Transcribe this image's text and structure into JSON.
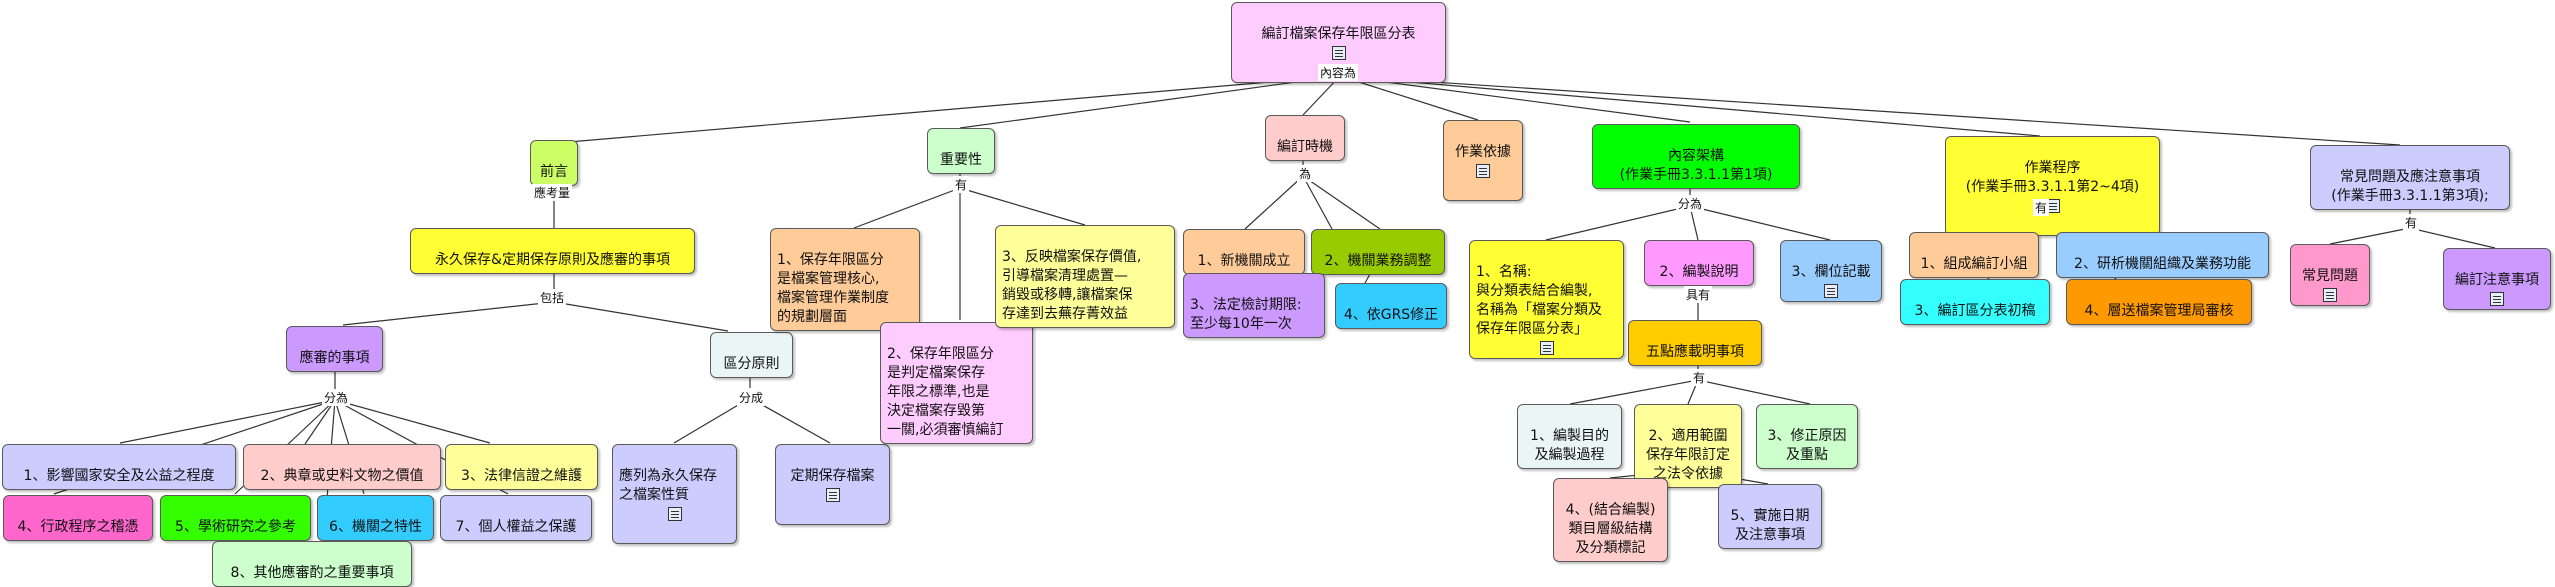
{
  "colors": {
    "pink": "#ffccff",
    "green": "#ccff99",
    "lime": "#99ff33",
    "orange": "#ffcc99",
    "yellow": "#ffff66",
    "purple": "#cc99ff",
    "blue": "#99ccff",
    "lavender": "#ccccff",
    "salmon": "#ffcccc",
    "cyan": "#33ffff",
    "brightgreen": "#33ff00",
    "hotpink": "#ff66cc",
    "sky": "#33ccff",
    "gold": "#ffcc00",
    "olive": "#99cc00",
    "darkorange": "#ff9900"
  },
  "nodes": {
    "root": "編訂檔案保存年限區分表",
    "preface": "前言",
    "principles_title": "永久保存&定期保存原則及應審的事項",
    "matters": "應審的事項",
    "m1": "1、影響國家安全及公益之程度",
    "m2": "2、典章或史料文物之價值",
    "m3": "3、法律信證之維護",
    "m4": "4、行政程序之稽憑",
    "m5": "5、學術研究之參考",
    "m6": "6、機關之特性",
    "m7": "7、個人權益之保護",
    "m8": "8、其他應審酌之重要事項",
    "zone_principle": "區分原則",
    "permanent": "應列為永久保存\n之檔案性質",
    "fixed": "定期保存檔案",
    "importance": "重要性",
    "imp1": "1、保存年限區分\n是檔案管理核心,\n檔案管理作業制度\n的規劃層面",
    "imp2": "2、保存年限區分\n是判定檔案保存\n年限之標準,也是\n決定檔案存毀第\n一關,必須審慎編訂",
    "imp3": "3、反映檔案保存價值,\n引導檔案清理處置—\n銷毀或移轉,讓檔案保\n存達到去蕪存菁效益",
    "timing": "編訂時機",
    "t1": "1、新機關成立",
    "t2": "2、機關業務調整",
    "t3": "3、法定檢討期限:\n至少每10年一次",
    "t4": "4、依GRS修正",
    "basis": "作業依據",
    "content": "內容架構\n(作業手冊3.3.1.1第1項)",
    "c1": "1、名稱:\n與分類表結合編製,\n名稱為「檔案分類及\n保存年限區分表」",
    "c2": "2、編製說明",
    "c3": "3、欄位記載",
    "five": "五點應載明事項",
    "f1": "1、編製目的\n及編製過程",
    "f2": "2、適用範圍\n保存年限訂定\n之法令依據",
    "f3": "3、修正原因\n及重點",
    "f4": "4、(結合編製)\n類目層級結構\n及分類標記",
    "f5": "5、實施日期\n及注意事項",
    "procedure": "作業程序\n(作業手冊3.3.1.1第2~4項)",
    "p1": "1、組成編訂小組",
    "p2": "2、研析機關組織及業務功能",
    "p3": "3、編訂區分表初稿",
    "p4": "4、層送檔案管理局審核",
    "faq": "常見問題及應注意事項\n(作業手冊3.3.1.1第3項);",
    "q1": "常見問題",
    "q2": "編訂注意事項"
  },
  "labels": {
    "content_is": "內容為",
    "should_consider": "應考量",
    "includes": "包括",
    "divided_as": "分為",
    "divided_into": "分成",
    "has": "有",
    "for": "為",
    "divided_as2": "分為",
    "has2": "具有",
    "has3": "有",
    "has4": "有",
    "has5": "有"
  }
}
